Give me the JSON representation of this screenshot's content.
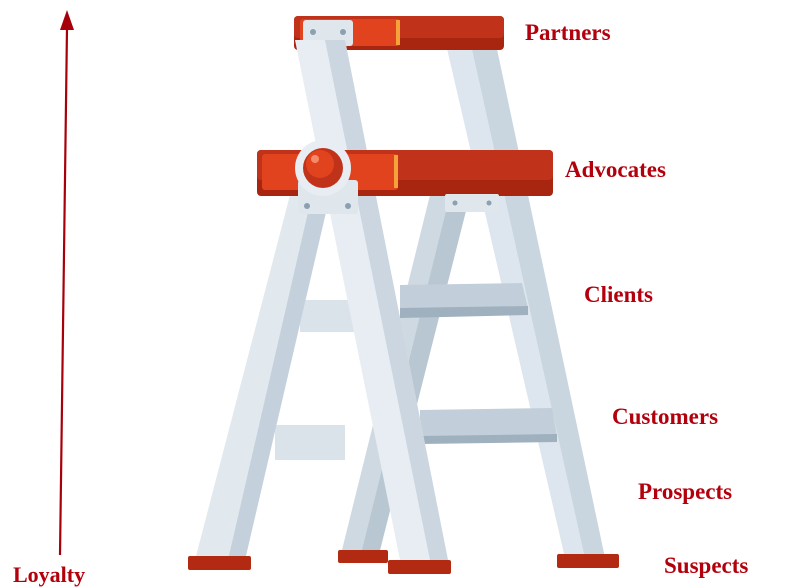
{
  "axis": {
    "label": "Loyalty",
    "direction": "up"
  },
  "levels": [
    {
      "label": "Partners"
    },
    {
      "label": "Advocates"
    },
    {
      "label": "Clients"
    },
    {
      "label": "Customers"
    },
    {
      "label": "Prospects"
    },
    {
      "label": "Suspects"
    }
  ],
  "colors": {
    "label_text": "#b3000c",
    "axis_arrow": "#a8000a",
    "ladder_rail": "#dde6ee",
    "ladder_rail_shade": "#b9c7d3",
    "ladder_step": "#bccad6",
    "platform": "#d8381a",
    "platform_dark": "#a8260f",
    "feet": "#b32a12"
  },
  "icons": {
    "ladder": "stepladder-illustration",
    "arrow": "arrow-up-icon"
  }
}
